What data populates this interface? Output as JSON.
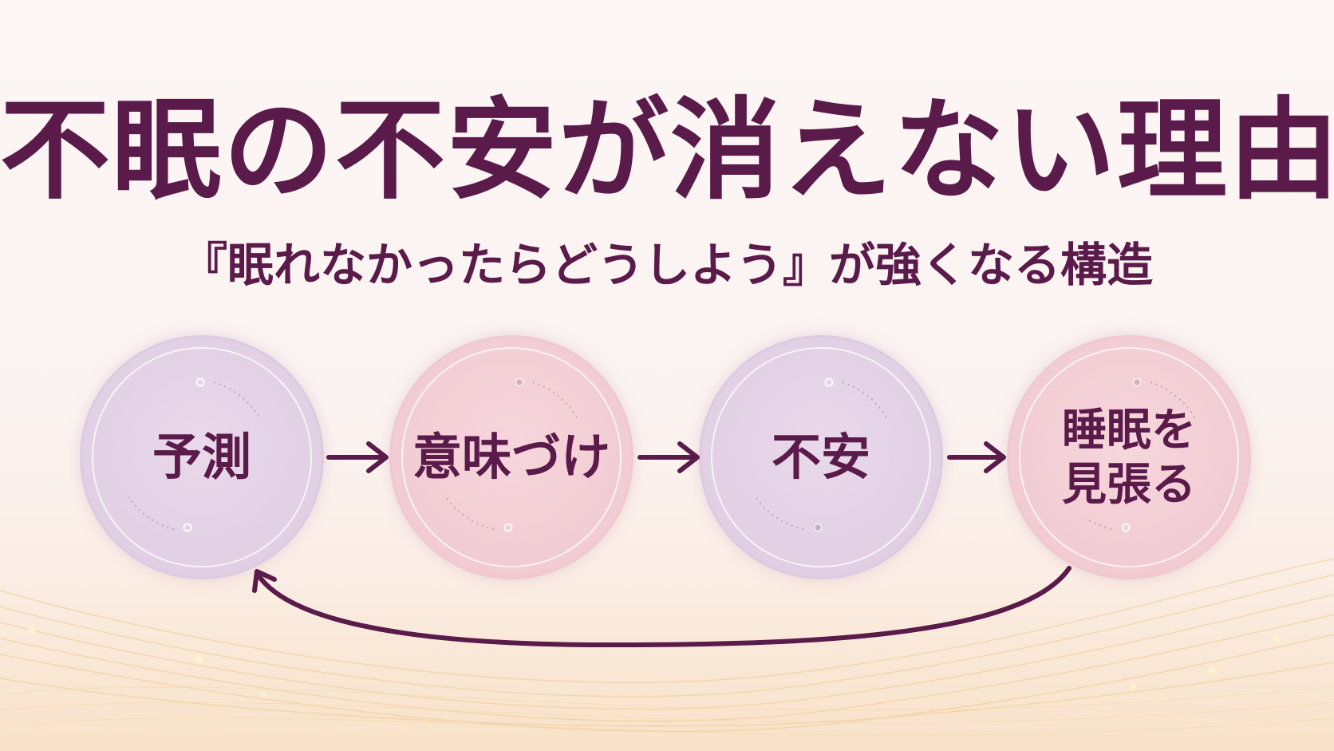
{
  "title": "不眠の不安が消えない理由",
  "subtitle": "『眠れなかったらどうしよう』が強くなる構造",
  "nodes": [
    {
      "label": "予測"
    },
    {
      "label": "意味づけ"
    },
    {
      "label": "不安"
    },
    {
      "label": "睡眠を見張る"
    }
  ],
  "colors": {
    "text": "#5a1a4a",
    "arrow": "#5a1a4a",
    "node_lavender": "#e1cfe4",
    "node_pink": "#f2cbd3",
    "gold": "#e8c07a"
  }
}
